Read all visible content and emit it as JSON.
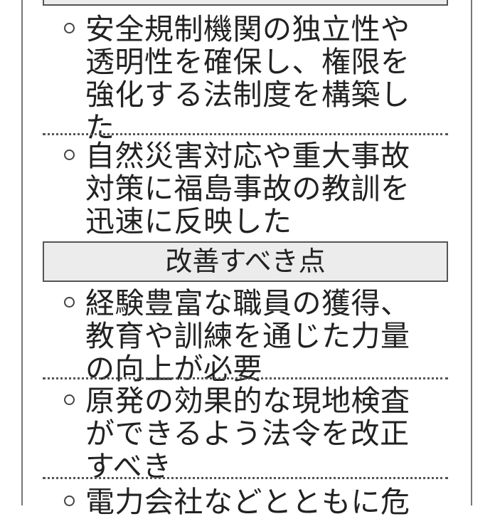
{
  "sections": [
    {
      "heading": "",
      "items": [
        {
          "lines": [
            "安全規制機関の独立性や",
            "透明性を確保し、権限を",
            "強化する法制度を構築し",
            "た"
          ]
        },
        {
          "lines": [
            "自然災害対応や重大事故",
            "対策に福島事故の教訓を",
            "迅速に反映した"
          ]
        }
      ]
    },
    {
      "heading": "改善すべき点",
      "items": [
        {
          "lines": [
            "経験豊富な職員の獲得、",
            "教育や訓練を通じた力量",
            "の向上が必要"
          ]
        },
        {
          "lines": [
            "原発の効果的な現地検査",
            "ができるよう法令を改正",
            "すべき"
          ]
        },
        {
          "lines": [
            "電力会社などとともに危"
          ]
        }
      ]
    }
  ],
  "bullet_icon": "circle-bullet-icon"
}
